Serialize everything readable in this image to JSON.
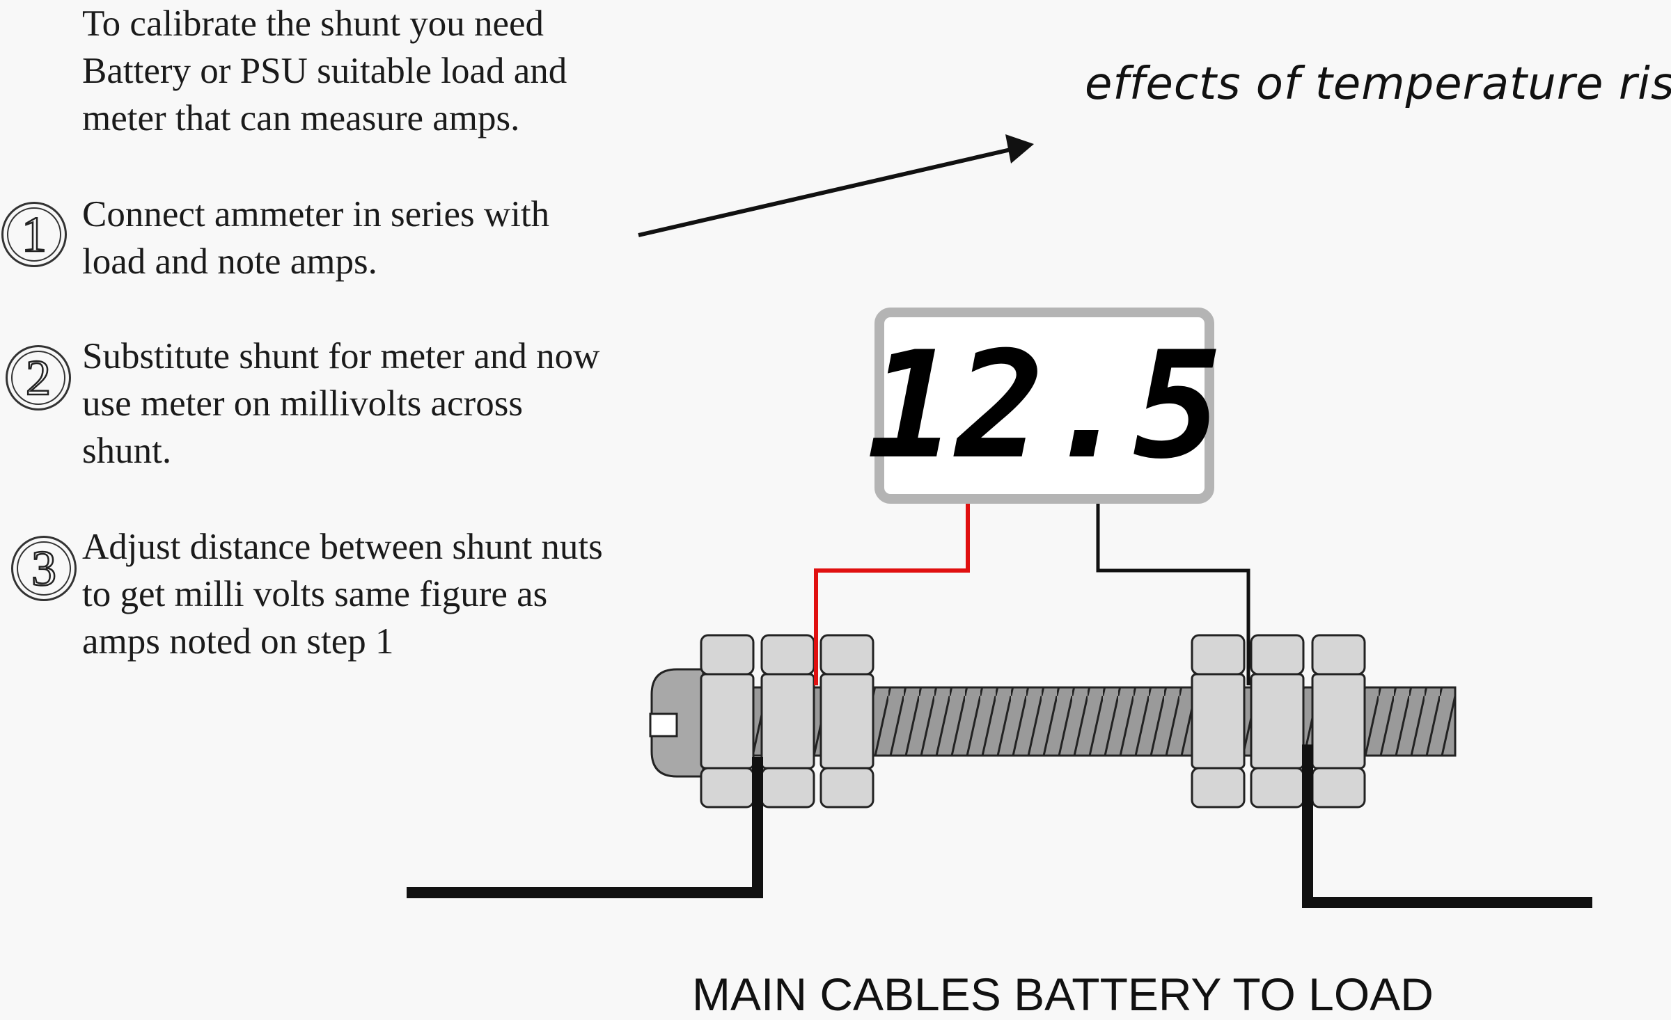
{
  "instructions": {
    "intro": "To calibrate the shunt you need\nBattery or PSU suitable load and\nmeter that can measure amps.",
    "steps": [
      {
        "number": "1",
        "text": "Connect ammeter in series with\nload and note amps."
      },
      {
        "number": "2",
        "text": "Substitute shunt for meter and now\nuse meter on millivolts across\nshunt."
      },
      {
        "number": "3",
        "text": "Adjust distance between shunt nuts\nto get milli volts same figure as\namps noted on step 1"
      }
    ]
  },
  "annotation": {
    "note": "effects of temperature rise."
  },
  "meter": {
    "reading": "12.5"
  },
  "caption": "MAIN CABLES BATTERY TO LOAD",
  "colors": {
    "positive_lead": "#e01010",
    "negative_lead": "#111111",
    "meter_frame": "#b4b4b4",
    "nut_fill": "#d6d6d6",
    "rod_fill": "#9a9a9a"
  }
}
